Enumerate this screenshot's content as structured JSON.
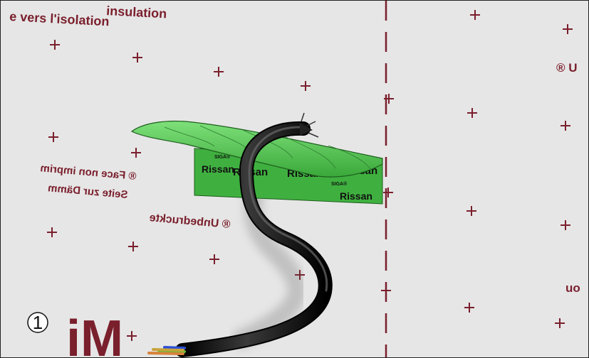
{
  "membrane": {
    "print_color": "#7a1f2c",
    "background_color": "#e6e6e6",
    "top_left_text_line1": "insulation",
    "top_left_text_line2": "e vers l'isolation",
    "right_edge_text": "® U",
    "right_edge_text_lower": "uo",
    "mirrored_text_1": "® Face non imprim",
    "mirrored_text_2": "Seite zur Dämm",
    "mirrored_text_3": "® Unbedruckte",
    "big_mirrored_letters": "Mi"
  },
  "tape": {
    "color": "#4cc94c",
    "brand": "Rissan",
    "maker": "SIGA®"
  },
  "cable": {
    "sheath_color": "#1a1a1a",
    "wire_colors": [
      "#2a4fd6",
      "#5bbf3a",
      "#d8833a",
      "#c8a23a"
    ]
  },
  "callout": {
    "number": "1"
  }
}
